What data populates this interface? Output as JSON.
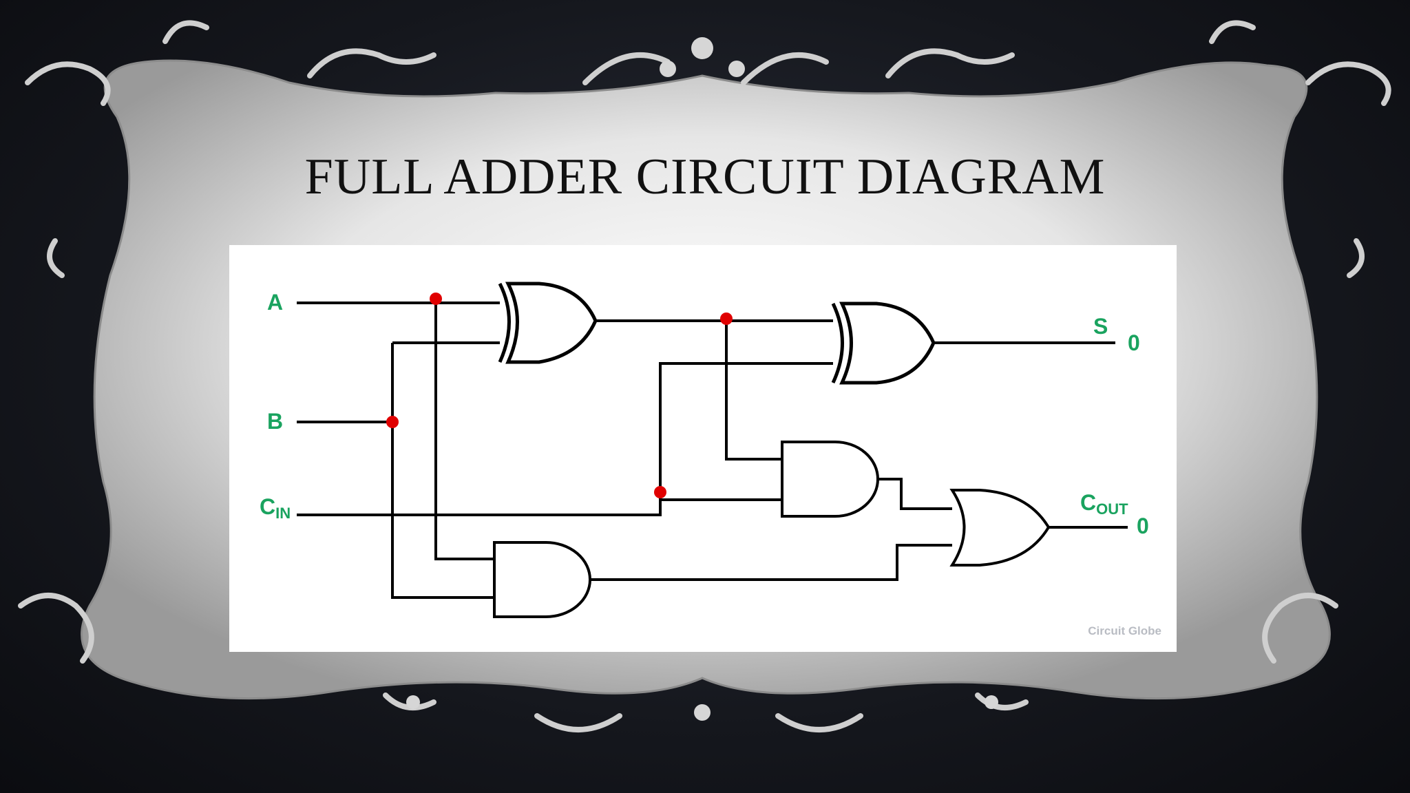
{
  "slide": {
    "title": "FULL ADDER CIRCUIT DIAGRAM"
  },
  "diagram": {
    "inputs": {
      "a": "A",
      "b": "B",
      "cin_main": "C",
      "cin_sub": "IN"
    },
    "outputs": {
      "s_label": "S",
      "s_value": "0",
      "cout_main": "C",
      "cout_sub": "OUT",
      "cout_value": "0"
    },
    "gates": [
      "XOR",
      "XOR",
      "AND",
      "AND",
      "OR"
    ],
    "watermark": "Circuit Globe"
  },
  "colors": {
    "label": "#1aa35f",
    "junction": "#e00000",
    "wire": "#000000",
    "background": "#15171d",
    "frame": "#d9d9d9"
  }
}
